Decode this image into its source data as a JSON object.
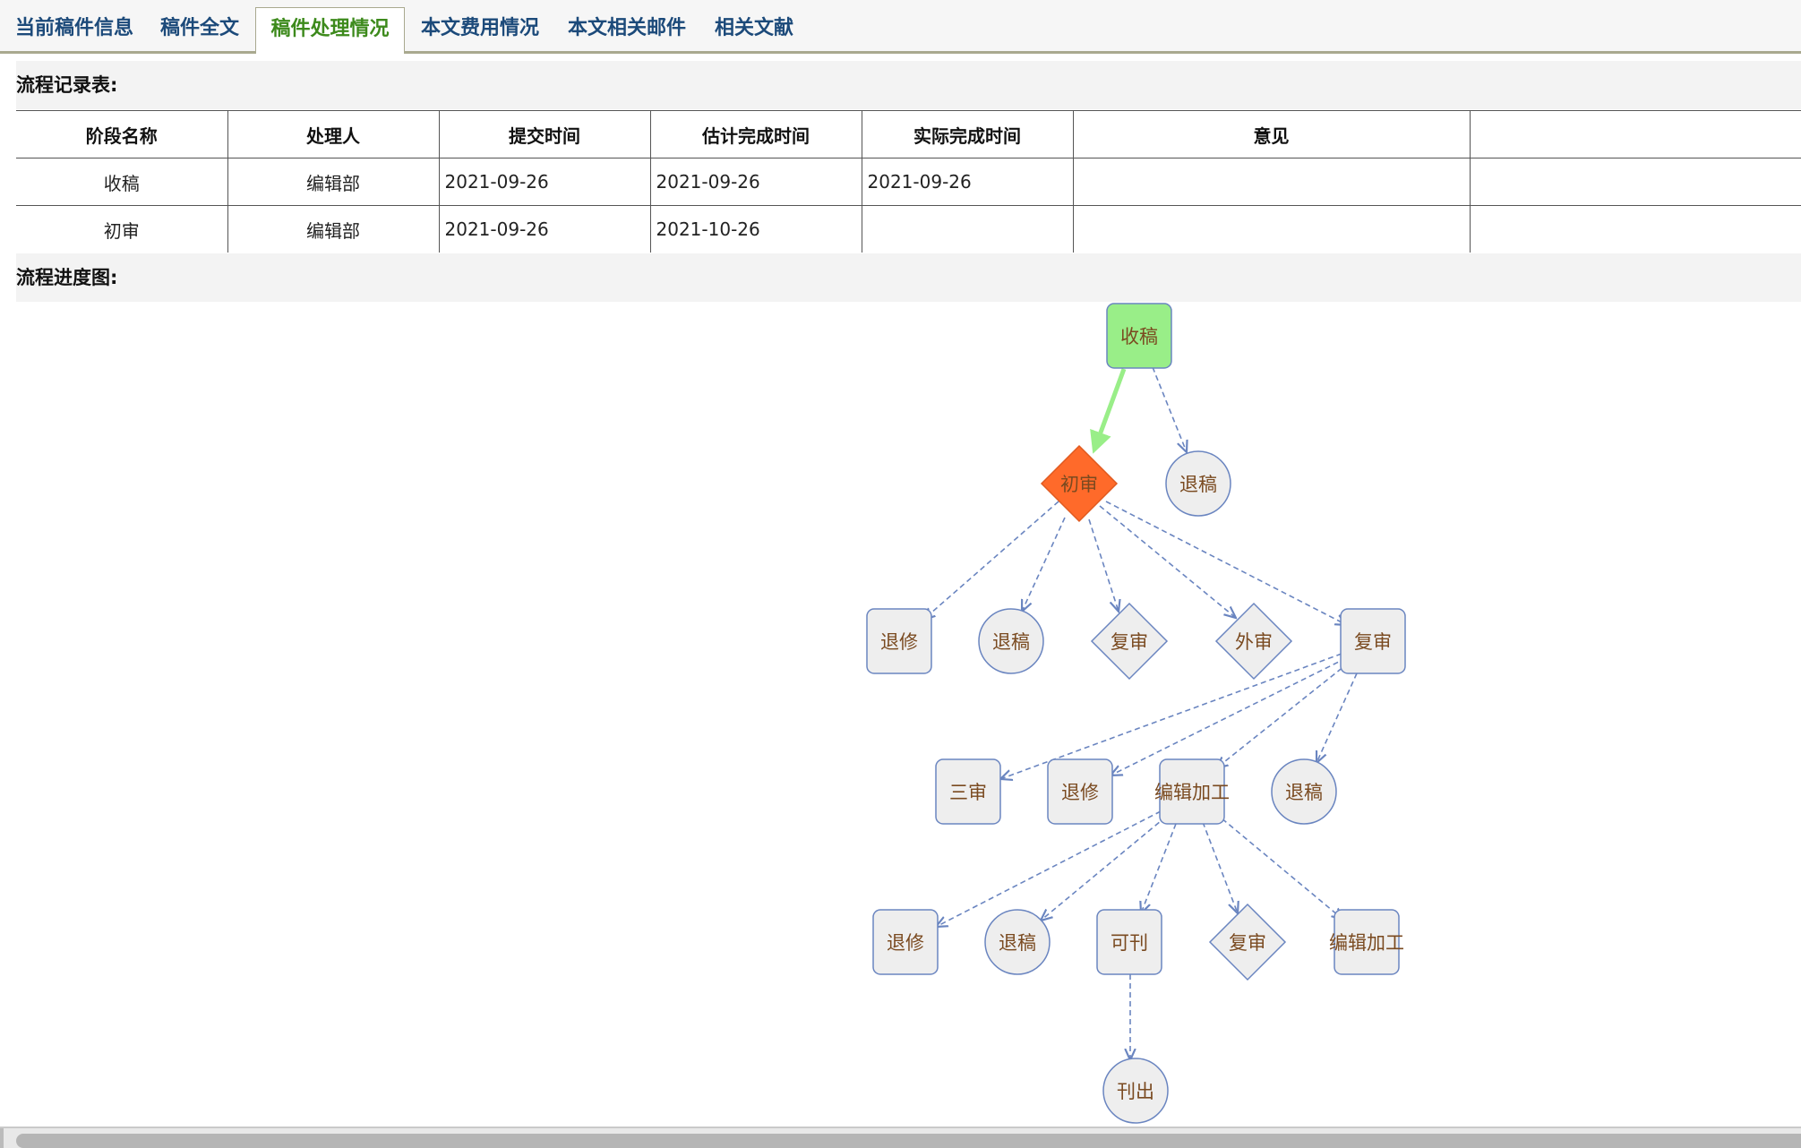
{
  "tabs": [
    {
      "label": "当前稿件信息"
    },
    {
      "label": "稿件全文"
    },
    {
      "label": "稿件处理情况"
    },
    {
      "label": "本文费用情况"
    },
    {
      "label": "本文相关邮件"
    },
    {
      "label": "相关文献"
    }
  ],
  "active_tab": "稿件处理情况",
  "record_section": {
    "title": "流程记录表:",
    "headers": [
      "阶段名称",
      "处理人",
      "提交时间",
      "估计完成时间",
      "实际完成时间",
      "意见",
      ""
    ],
    "rows": [
      [
        "收稿",
        "编辑部",
        "2021-09-26",
        "2021-09-26",
        "2021-09-26",
        "",
        ""
      ],
      [
        "初审",
        "编辑部",
        "2021-09-26",
        "2021-10-26",
        "",
        "",
        ""
      ]
    ]
  },
  "diagram_section": {
    "title": "流程进度图:"
  },
  "diagram": {
    "nodes": [
      {
        "label": "收稿",
        "shape": "rounded-rect",
        "status": "done",
        "color": "#99ee88"
      },
      {
        "label": "退稿",
        "shape": "circle",
        "status": "pending"
      },
      {
        "label": "初审",
        "shape": "diamond",
        "status": "current",
        "color": "#ff6a2a"
      },
      {
        "label": "退修",
        "shape": "rounded-rect",
        "status": "pending"
      },
      {
        "label": "退稿",
        "shape": "circle",
        "status": "pending"
      },
      {
        "label": "复审",
        "shape": "diamond",
        "status": "pending"
      },
      {
        "label": "外审",
        "shape": "diamond",
        "status": "pending"
      },
      {
        "label": "复审",
        "shape": "rounded-rect",
        "status": "pending"
      },
      {
        "label": "三审",
        "shape": "rounded-rect",
        "status": "pending"
      },
      {
        "label": "退修",
        "shape": "rounded-rect",
        "status": "pending"
      },
      {
        "label": "编辑加工",
        "shape": "rounded-rect",
        "status": "pending"
      },
      {
        "label": "退稿",
        "shape": "circle",
        "status": "pending"
      },
      {
        "label": "退修",
        "shape": "rounded-rect",
        "status": "pending"
      },
      {
        "label": "退稿",
        "shape": "circle",
        "status": "pending"
      },
      {
        "label": "可刊",
        "shape": "rounded-rect",
        "status": "pending"
      },
      {
        "label": "复审",
        "shape": "diamond",
        "status": "pending"
      },
      {
        "label": "编辑加工",
        "shape": "rounded-rect",
        "status": "pending"
      },
      {
        "label": "刊出",
        "shape": "circle",
        "status": "pending"
      }
    ],
    "colors": {
      "pending_fill": "#eeeeee",
      "border": "#6a85c0",
      "edge": "#6a85c0",
      "done_edge": "#99ee88"
    }
  }
}
